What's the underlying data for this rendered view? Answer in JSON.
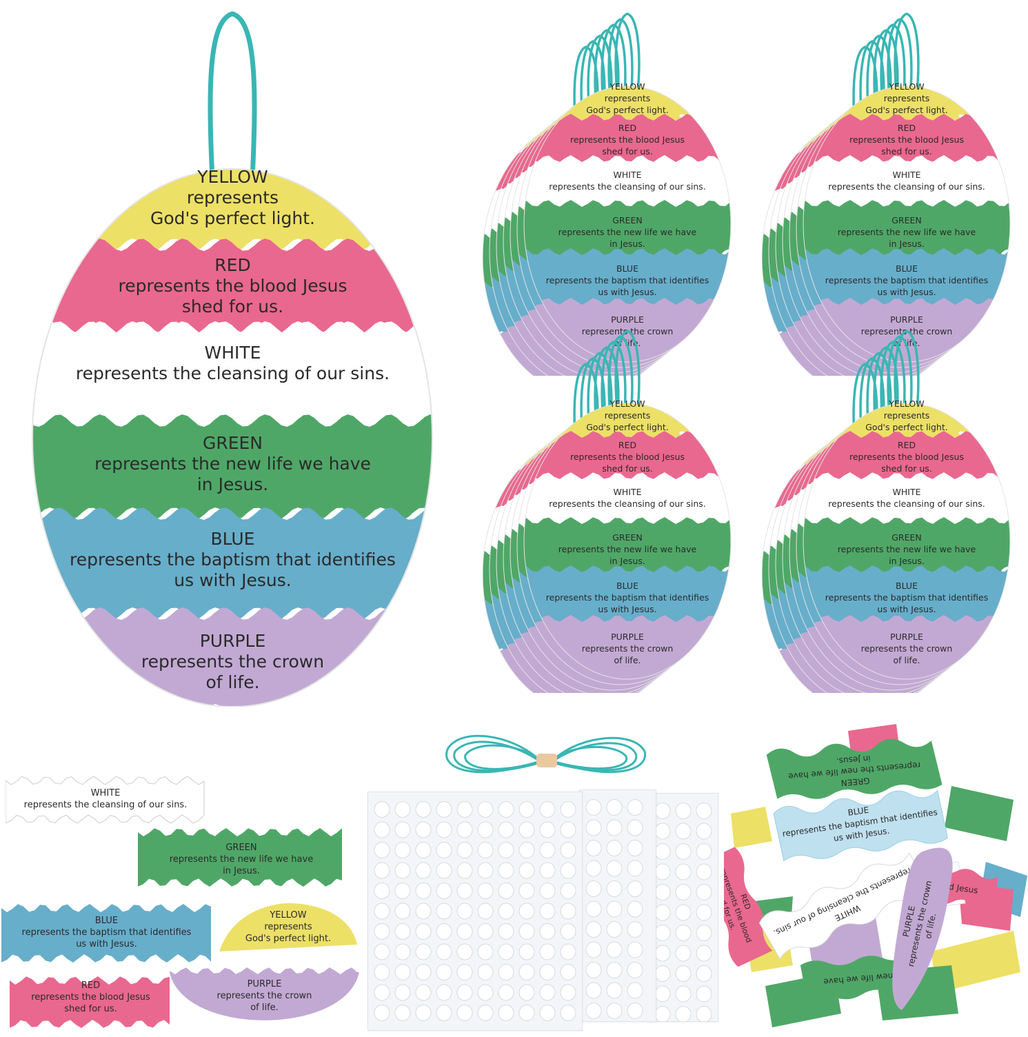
{
  "colors": {
    "yellow": "#ede067",
    "red": "#e9688f",
    "white": "#ffffff",
    "green": "#4fa767",
    "blue": "#67aecb",
    "purple": "#c2a9d3",
    "cord": "#39b6b4"
  },
  "bands": [
    {
      "color_key": "yellow",
      "lines": [
        "YELLOW",
        "represents",
        "God's perfect light."
      ]
    },
    {
      "color_key": "red",
      "lines": [
        "RED",
        "represents the blood Jesus",
        "shed for us."
      ]
    },
    {
      "color_key": "white",
      "lines": [
        "WHITE",
        "represents the cleansing of our sins."
      ]
    },
    {
      "color_key": "green",
      "lines": [
        "GREEN",
        "represents the new life we have",
        "in Jesus."
      ]
    },
    {
      "color_key": "blue",
      "lines": [
        "BLUE",
        "represents the baptism that identifies",
        "us with Jesus."
      ]
    },
    {
      "color_key": "purple",
      "lines": [
        "PURPLE",
        "represents the crown",
        "of life."
      ]
    }
  ],
  "strips": {
    "white": [
      "WHITE",
      "represents the cleansing of our sins."
    ],
    "green": [
      "GREEN",
      "represents the new life we have",
      "in Jesus."
    ],
    "blue": [
      "BLUE",
      "represents the baptism that identifies",
      "us with Jesus."
    ],
    "yellow": [
      "YELLOW",
      "represents",
      "God's perfect light."
    ],
    "red": [
      "RED",
      "represents the blood Jesus",
      "shed for us."
    ],
    "purple": [
      "PURPLE",
      "represents the crown",
      "of life."
    ]
  },
  "pile": {
    "green": [
      "GREEN",
      "represents the new life we have",
      "in Jesus."
    ],
    "blue": [
      "BLUE",
      "represents the baptism that identifies",
      "us with Jesus."
    ],
    "red": [
      "RED",
      "represents the blood",
      "shed for us."
    ],
    "purple": [
      "PURPLE",
      "represents the crown",
      "of life."
    ],
    "white": [
      "WHITE",
      "represents the cleansing of our sins."
    ],
    "blood_fragment": "blood Jesus",
    "green_fragment": "new life we have"
  },
  "icons": {
    "cord_bundle": "twine-bundle-icon",
    "adhesive_dots": "glue-dot-sheet-icon"
  }
}
